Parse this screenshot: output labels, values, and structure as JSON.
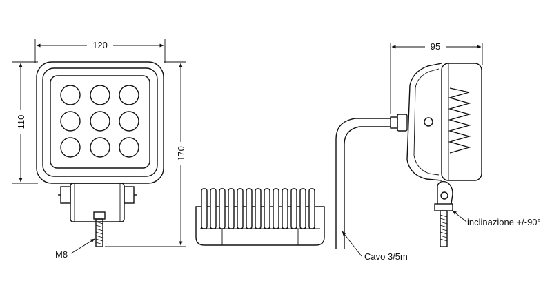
{
  "dimensions": {
    "front_width": "120",
    "front_height": "110",
    "total_height": "170",
    "side_depth": "95"
  },
  "labels": {
    "thread": "M8",
    "cable": "Cavo 3/5m",
    "tilt": "inclinazione +/-90°"
  }
}
